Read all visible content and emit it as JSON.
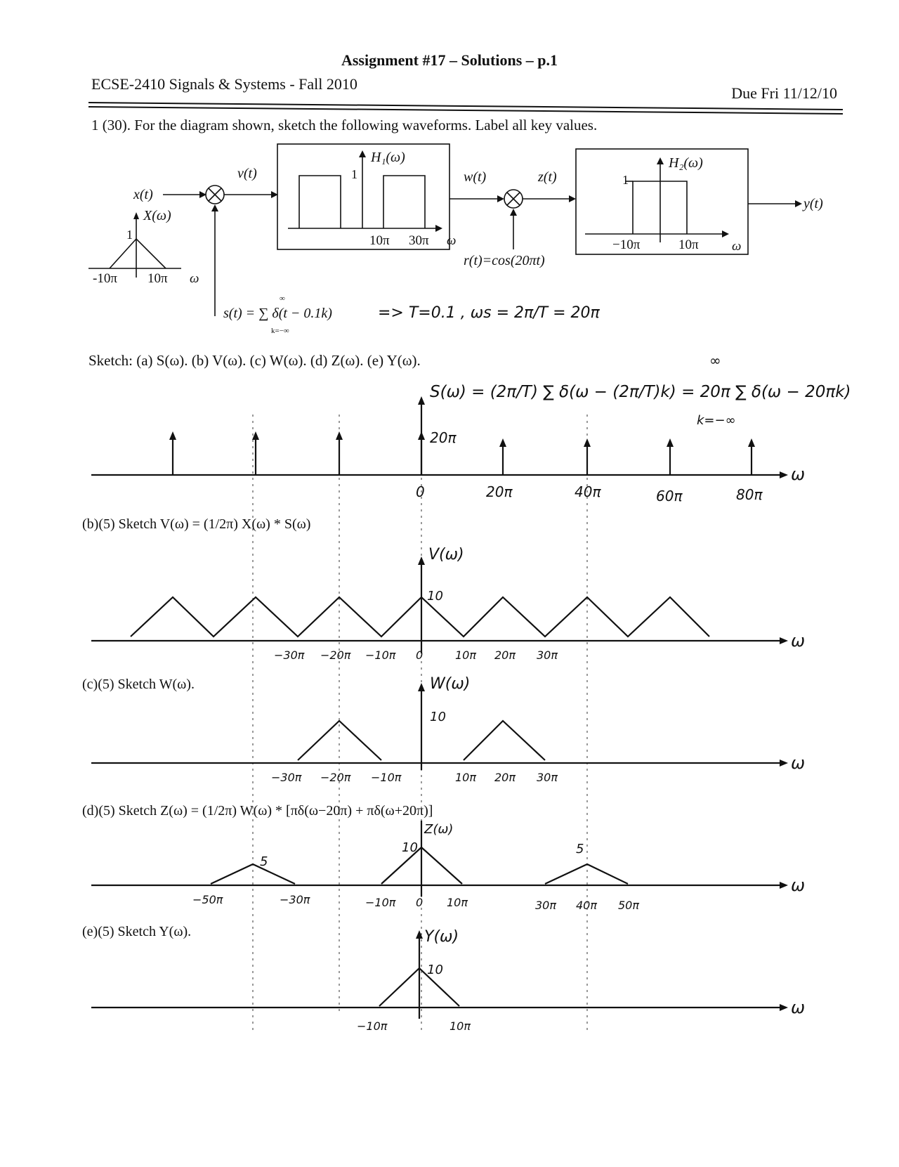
{
  "header": {
    "title": "Assignment #17 – Solutions – p.1",
    "course": "ECSE-2410 Signals & Systems - Fall 2010",
    "due": "Due Fri 11/12/10"
  },
  "problem": {
    "statement": "1 (30). For the diagram shown, sketch the following waveforms. Label all key values.",
    "sketch_list": "Sketch: (a) S(ω). (b) V(ω). (c) W(ω). (d) Z(ω). (e) Y(ω)."
  },
  "diagram": {
    "x_t": "x(t)",
    "X_label": "X(ω)",
    "X_peak": "1",
    "X_ticks": [
      "-10π",
      "10π",
      "ω"
    ],
    "v_t": "v(t)",
    "H1_label": "H₁(ω)",
    "H1_one": "1",
    "H1_ticks": [
      "10π",
      "30π",
      "ω"
    ],
    "w_t": "w(t)",
    "z_t": "z(t)",
    "H2_label": "H₂(ω)",
    "H2_one": "1",
    "H2_ticks": [
      "−10π",
      "10π",
      "ω"
    ],
    "y_t": "y(t)",
    "r_t": "r(t)=cos(20πt)",
    "s_t": "s(t) = ∑ δ(t − 0.1k)",
    "sum_limits_top": "∞",
    "sum_limits_bottom": "k=−∞",
    "s_note": "=> T=0.1 ,  ωs = 2π/T = 20π"
  },
  "parts": {
    "a": {
      "formula": "S(ω) = (2π/T) ∑ δ(ω − (2π/T)k) = 20π ∑ δ(ω − 20πk)",
      "formula_top": "∞",
      "formula_bottom": "k=−∞",
      "height_label": "20π",
      "ticks": [
        "0",
        "20π",
        "40π",
        "60π",
        "80π"
      ],
      "axis": "ω"
    },
    "b": {
      "heading": "(b)(5)  Sketch V(ω) = (1/2π) X(ω) * S(ω)",
      "ylabel": "V(ω)",
      "peak": "10",
      "ticks": [
        "−30π",
        "−20π",
        "−10π",
        "0",
        "10π",
        "20π",
        "30π"
      ],
      "axis": "ω"
    },
    "c": {
      "heading": "(c)(5)  Sketch W(ω).",
      "ylabel": "W(ω)",
      "peak": "10",
      "ticks": [
        "−30π",
        "−20π",
        "−10π",
        "10π",
        "20π",
        "30π"
      ],
      "axis": "ω"
    },
    "d": {
      "heading": "(d)(5)  Sketch Z(ω) = (1/2π) W(ω) * [πδ(ω−20π) + πδ(ω+20π)]",
      "ylabel": "Z(ω)",
      "peak_center": "10",
      "peak_side_left": "5",
      "peak_side_right": "5",
      "ticks": [
        "−50π",
        "−30π",
        "−10π",
        "0",
        "10π",
        "30π",
        "40π",
        "50π"
      ],
      "axis": "ω"
    },
    "e": {
      "heading": "(e)(5)  Sketch Y(ω).",
      "ylabel": "Y(ω)",
      "peak": "10",
      "ticks": [
        "−10π",
        "10π"
      ],
      "axis": "ω"
    }
  }
}
